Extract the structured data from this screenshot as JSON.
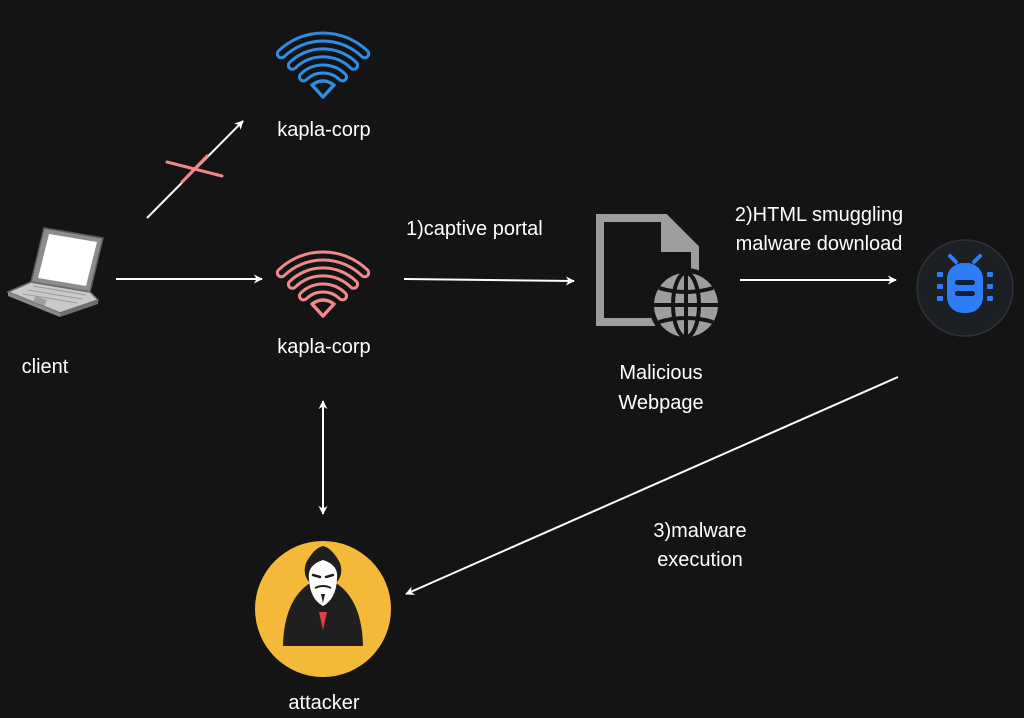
{
  "colors": {
    "background": "#141414",
    "arrow": "#ffffff",
    "legit_wifi": "#2f8de4",
    "rogue_wifi": "#f08a8a",
    "blocked_x": "#f08a8a",
    "attacker_badge": "#f5b93a",
    "bug_badge": "#1c1f24",
    "bug": "#2f7df6"
  },
  "nodes": {
    "legit_wifi": {
      "label": "kapla-corp",
      "icon": "wifi-icon"
    },
    "rogue_wifi": {
      "label": "kapla-corp",
      "icon": "wifi-icon"
    },
    "client": {
      "label": "client",
      "icon": "laptop-icon"
    },
    "webpage": {
      "label_line1": "Malicious",
      "label_line2": "Webpage",
      "icon": "document-globe-icon"
    },
    "malware": {
      "icon": "bug-icon"
    },
    "attacker": {
      "label": "attacker",
      "icon": "hacker-mask-icon"
    }
  },
  "edges": {
    "captive_portal": {
      "label": "1)captive portal"
    },
    "html_smuggling": {
      "label_line1": "2)HTML smuggling",
      "label_line2": "malware download"
    },
    "malware_execution": {
      "label_line1": "3)malware",
      "label_line2": "execution"
    }
  }
}
